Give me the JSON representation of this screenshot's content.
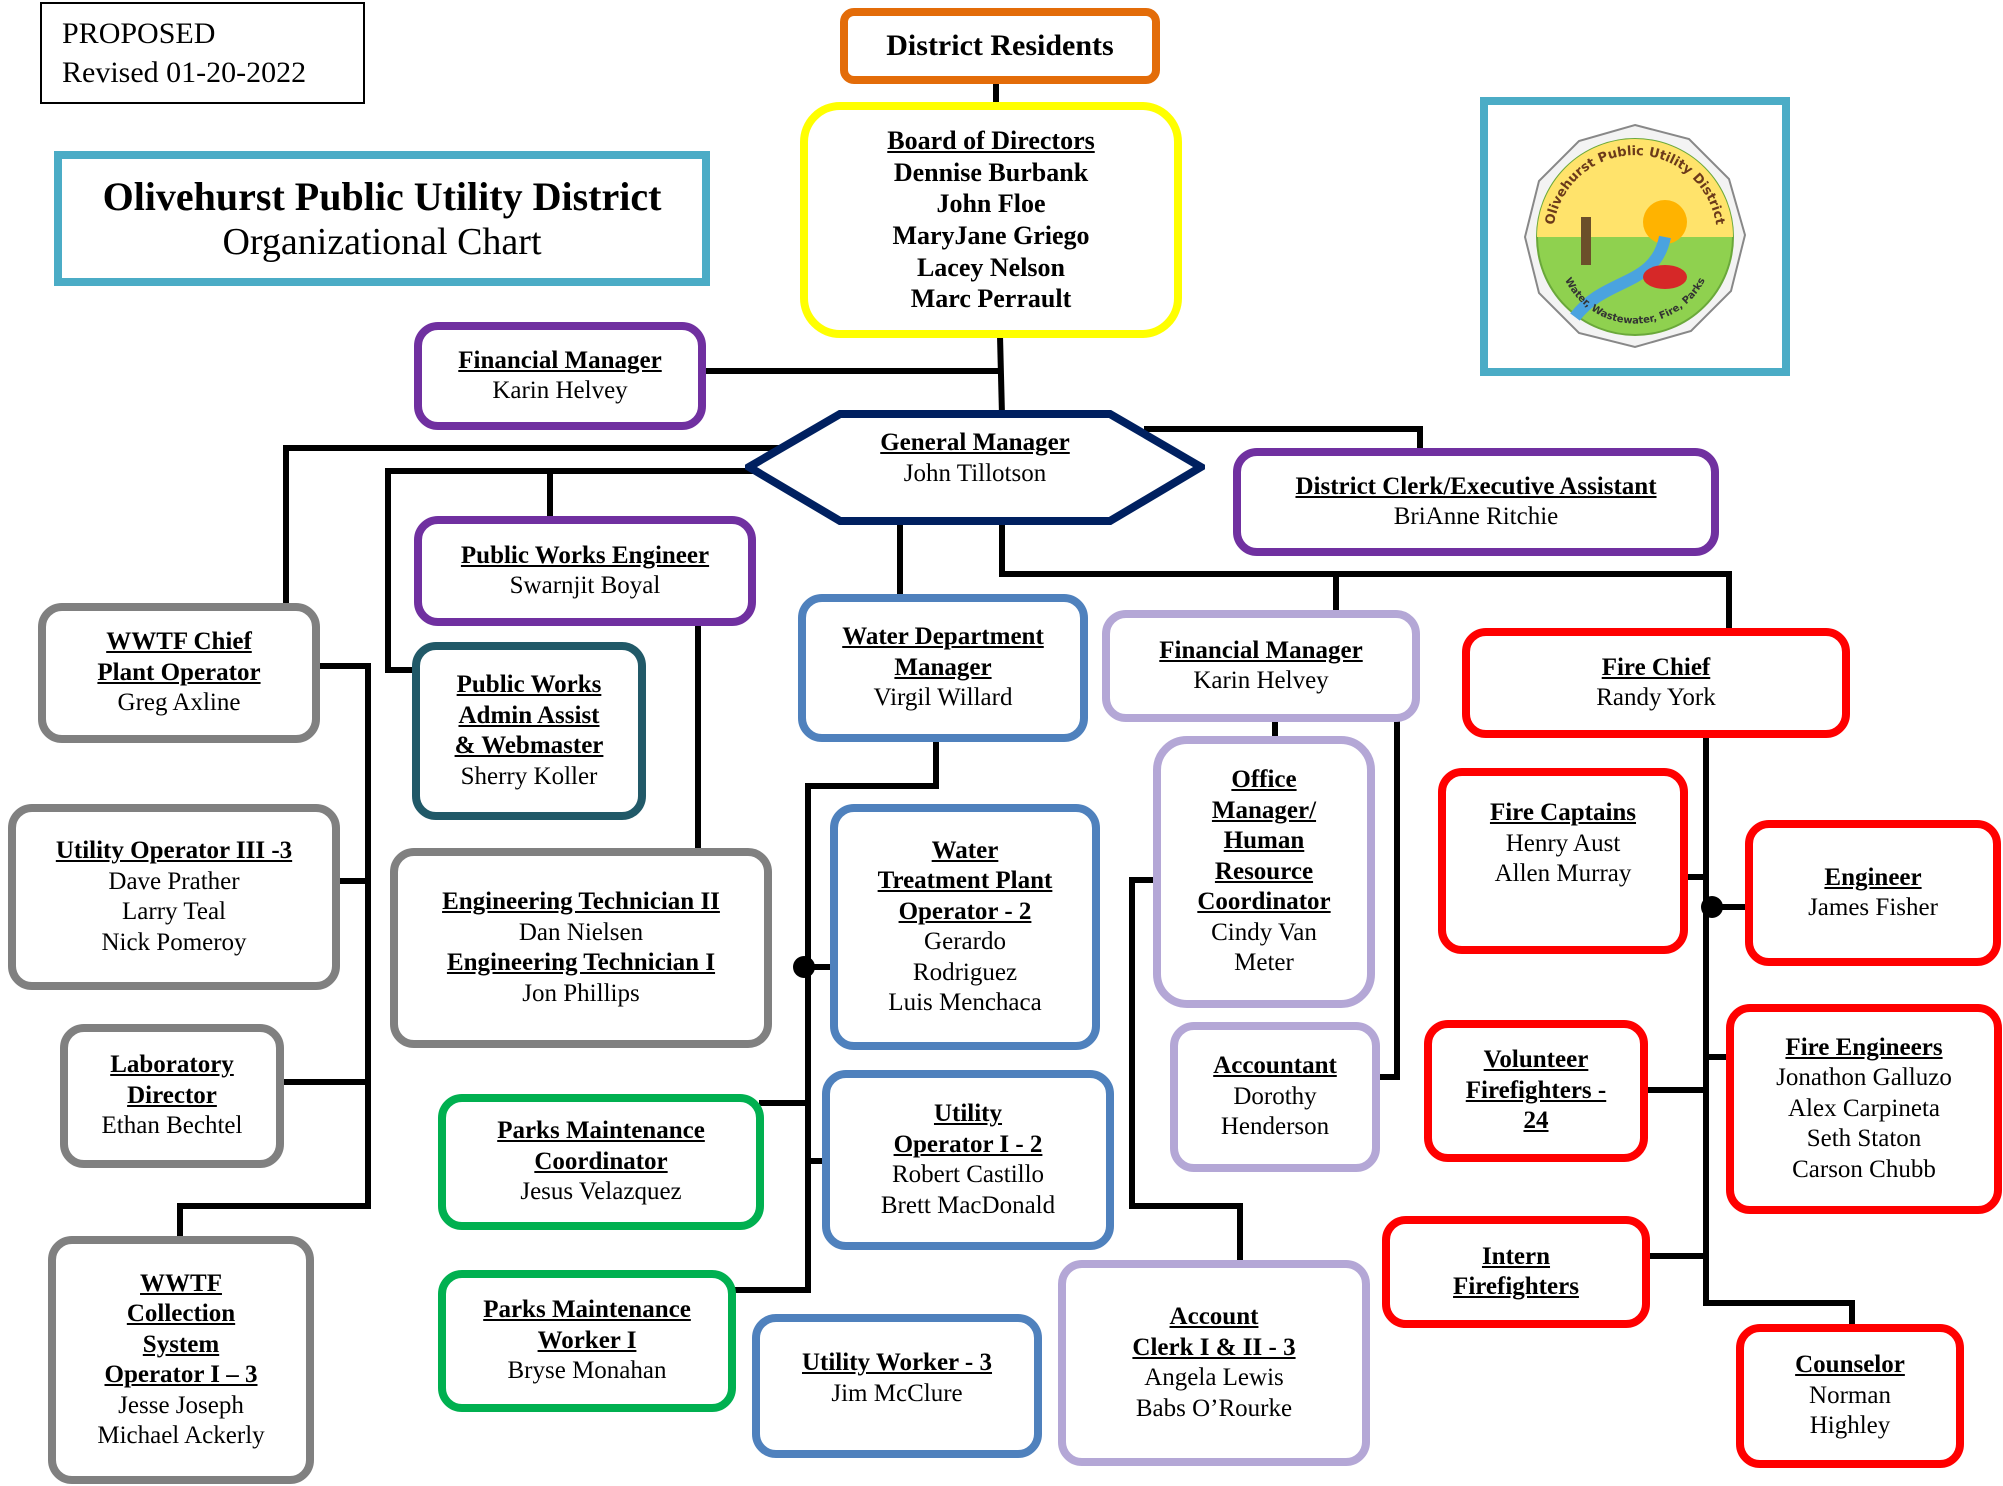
{
  "header": {
    "status": "PROPOSED",
    "revised": "Revised 01-20-2022",
    "org_name": "Olivehurst Public Utility District",
    "chart_name": "Organizational Chart"
  },
  "logo": {
    "text": "Olivehurst Public Utility District",
    "tagline": "Water, Wastewater, Fire, Parks"
  },
  "colors": {
    "orange": "#E36C09",
    "yellow": "#FFFF00",
    "navy": "#002060",
    "purple": "#7030A0",
    "lavender": "#B4A7D6",
    "gray": "#808080",
    "teal": "#215968",
    "blue": "#4F81BD",
    "green": "#00B050",
    "red": "#FF0000",
    "cyan": "#4BACC6"
  },
  "nodes": {
    "residents": {
      "title": "District Residents"
    },
    "board": {
      "title": "Board of Directors",
      "members": "Dennise Burbank\nJohn Floe\nMaryJane Griego\nLacey Nelson\nMarc Perrault"
    },
    "fin_mgr_top": {
      "title": "Financial Manager",
      "name": "Karin Helvey"
    },
    "general_manager": {
      "title": "General Manager",
      "name": "John Tillotson"
    },
    "district_clerk": {
      "title": "District Clerk/Executive Assistant",
      "name": "BriAnne Ritchie"
    },
    "pw_engineer": {
      "title": "Public Works Engineer",
      "name": "Swarnjit Boyal"
    },
    "wwtf_chief": {
      "title": "WWTF Chief\nPlant Operator",
      "name": "Greg Axline"
    },
    "pw_admin": {
      "title": "Public Works\nAdmin Assist\n& Webmaster",
      "name": "Sherry Koller"
    },
    "water_mgr": {
      "title": "Water Department\nManager",
      "name": "Virgil Willard"
    },
    "fin_mgr_2": {
      "title": "Financial Manager",
      "name": "Karin Helvey"
    },
    "fire_chief": {
      "title": "Fire Chief",
      "name": "Randy York"
    },
    "util_op3": {
      "title": "Utility Operator III -3",
      "names": "Dave Prather\nLarry Teal\nNick Pomeroy"
    },
    "eng_tech": {
      "title2": "Engineering Technician II",
      "name2": "Dan Nielsen",
      "title1": "Engineering Technician I",
      "name1": "Jon Phillips"
    },
    "wtp_op": {
      "title": "Water\nTreatment Plant\nOperator - 2",
      "names": "Gerardo\nRodriguez\nLuis Menchaca"
    },
    "office_mgr": {
      "title": "Office\nManager/\nHuman\nResource\nCoordinator",
      "name": "Cindy Van\nMeter"
    },
    "fire_captains": {
      "title": "Fire Captains",
      "names": "Henry Aust\nAllen Murray"
    },
    "engineer": {
      "title": "Engineer",
      "name": "James Fisher"
    },
    "lab_dir": {
      "title": "Laboratory\nDirector",
      "name": "Ethan Bechtel"
    },
    "parks_coord": {
      "title": "Parks Maintenance\nCoordinator",
      "name": "Jesus Velazquez"
    },
    "util_op1": {
      "title": "Utility\nOperator I - 2",
      "names": "Robert Castillo\nBrett MacDonald"
    },
    "accountant": {
      "title": "Accountant",
      "name": "Dorothy\nHenderson"
    },
    "vol_ff": {
      "title": "Volunteer\nFirefighters -\n24"
    },
    "fire_engineers": {
      "title": "Fire Engineers",
      "names": "Jonathon Galluzo\nAlex Carpineta\nSeth Staton\nCarson Chubb"
    },
    "intern_ff": {
      "title": "Intern\nFirefighters"
    },
    "wwtf_coll": {
      "title": "WWTF\nCollection\nSystem\nOperator I – 3",
      "names": "Jesse Joseph\nMichael Ackerly"
    },
    "parks_worker": {
      "title": "Parks Maintenance\nWorker I",
      "name": "Bryse Monahan"
    },
    "util_worker": {
      "title": "Utility Worker - 3",
      "name": "Jim McClure"
    },
    "acct_clerk": {
      "title": "Account\nClerk I & II - 3",
      "names": "Angela Lewis\nBabs O’Rourke"
    },
    "counselor": {
      "title": "Counselor",
      "name": "Norman\nHighley"
    }
  }
}
